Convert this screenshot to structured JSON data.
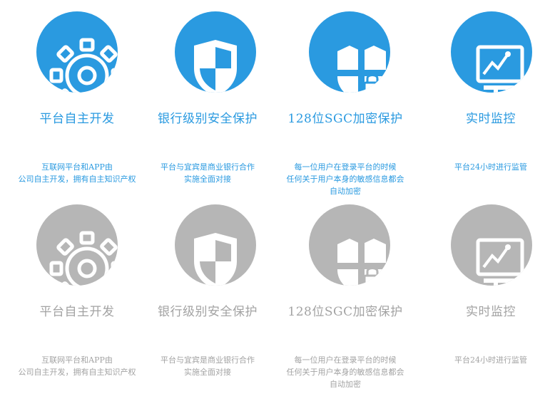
{
  "colors": {
    "active": "#2a9ae0",
    "inactive": "#b6b6b6",
    "inactive_text": "#a3a3a3"
  },
  "rows": [
    {
      "state": "active",
      "cards": [
        {
          "icon": "gear-icon",
          "title": "平台自主开发",
          "desc": [
            "互联网平台和APP由",
            "公司自主开发，拥有自主知识产权"
          ]
        },
        {
          "icon": "shield-icon",
          "title": "银行级别安全保护",
          "desc": [
            "平台与宜宾是商业银行合作",
            "实施全面对接"
          ]
        },
        {
          "icon": "encrypted-shield-icon",
          "title": "128位SGC加密保护",
          "desc": [
            "每一位用户在登录平台的时候",
            "任何关于用户本身的敏感信息都会",
            "自动加密"
          ]
        },
        {
          "icon": "monitor-chart-icon",
          "title": "实时监控",
          "desc": [
            "平台24小时进行监管"
          ]
        }
      ]
    },
    {
      "state": "inactive",
      "cards": [
        {
          "icon": "gear-icon",
          "title": "平台自主开发",
          "desc": [
            "互联网平台和APP由",
            "公司自主开发，拥有自主知识产权"
          ]
        },
        {
          "icon": "shield-icon",
          "title": "银行级别安全保护",
          "desc": [
            "平台与宜宾是商业银行合作",
            "实施全面对接"
          ]
        },
        {
          "icon": "encrypted-shield-icon",
          "title": "128位SGC加密保护",
          "desc": [
            "每一位用户在登录平台的时候",
            "任何关于用户本身的敏感信息都会",
            "自动加密"
          ]
        },
        {
          "icon": "monitor-chart-icon",
          "title": "实时监控",
          "desc": [
            "平台24小时进行监管"
          ]
        }
      ]
    }
  ]
}
